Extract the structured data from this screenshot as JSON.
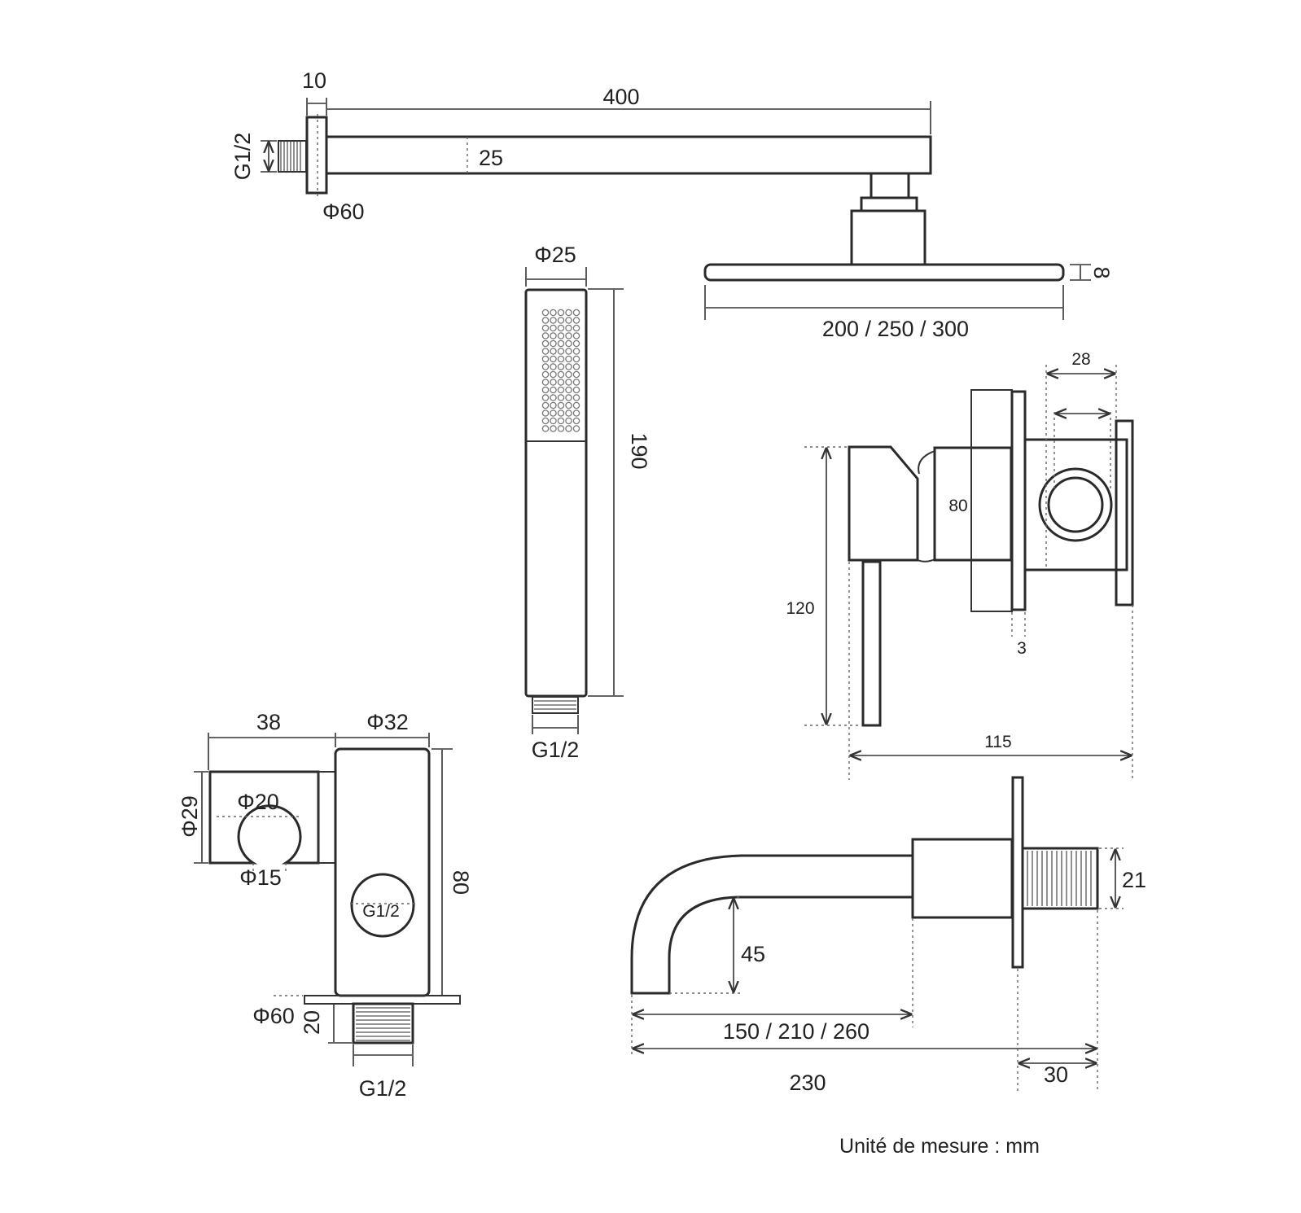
{
  "shower_arm": {
    "length": "400",
    "flange_thickness": "10",
    "thread": "G1/2",
    "arm_height": "25",
    "flange_diameter": "Φ60"
  },
  "shower_head": {
    "height": "8",
    "width": "200 / 250 / 300"
  },
  "hand_shower": {
    "diameter": "Φ25",
    "length": "190",
    "thread": "G1/2"
  },
  "mixer": {
    "depth": "28",
    "body_height": "80",
    "lever_height": "120",
    "plate_thickness": "3",
    "total_depth": "115"
  },
  "wall_holder": {
    "width": "38",
    "outlet_diameter": "Φ32",
    "cradle_height": "Φ29",
    "cradle_diameter": "Φ20",
    "slot_diameter": "Φ15",
    "inner_thread": "G1/2",
    "height": "80",
    "flange_diameter": "Φ60",
    "thread_length": "20",
    "thread": "G1/2"
  },
  "spout": {
    "outlet_drop": "45",
    "thread_diameter": "21",
    "reach": "150 / 210 / 260",
    "total_length": "230",
    "thread_length": "30"
  },
  "unit_note": "Unité de mesure : mm"
}
